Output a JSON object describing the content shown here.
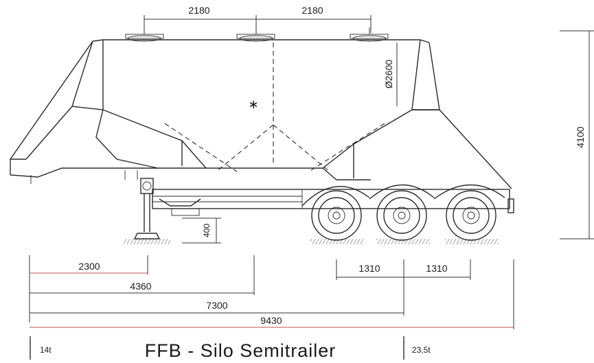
{
  "title": "FFB - Silo Semitrailer",
  "weights": {
    "front": "14t",
    "rear": "23,5t"
  },
  "dimensions": {
    "top_left": "2180",
    "top_right": "2180",
    "diameter": "Ø2600",
    "height_total": "4100",
    "support_height": "400",
    "axle_spacing_1": "1310",
    "axle_spacing_2": "1310",
    "d_2300": "2300",
    "d_4360": "4360",
    "d_7300": "7300",
    "d_9430": "9430"
  },
  "markers": {
    "center_of_gravity": "∗"
  },
  "colors": {
    "line": "#2a2a2a",
    "accent": "#c0504d",
    "background": "#ffffff"
  }
}
